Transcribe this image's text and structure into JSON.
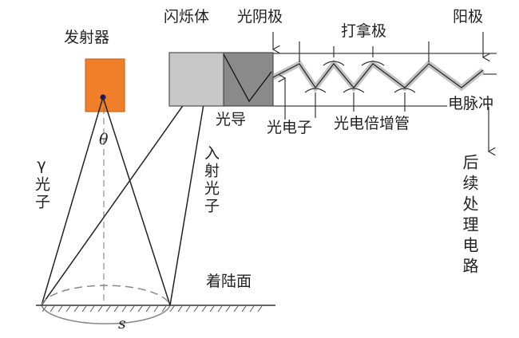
{
  "labels": {
    "emitter": "发射器",
    "theta": "θ",
    "gamma_photon": "γ光子",
    "incident_photon": "入射光子",
    "landing_surface": "着陆面",
    "s": "s",
    "scintillator": "闪烁体",
    "photocathode": "光阴极",
    "dynode": "打拿极",
    "anode": "阳极",
    "light_guide": "光导",
    "photoelectron": "光电子",
    "pmt": "光电倍增管",
    "electric_pulse": "电脉冲",
    "processing_circuit": "后续处理电路"
  },
  "colors": {
    "emitter": "#f07f2a",
    "scintillator": "#c8c8c8",
    "light_guide": "#8a8a8a"
  }
}
